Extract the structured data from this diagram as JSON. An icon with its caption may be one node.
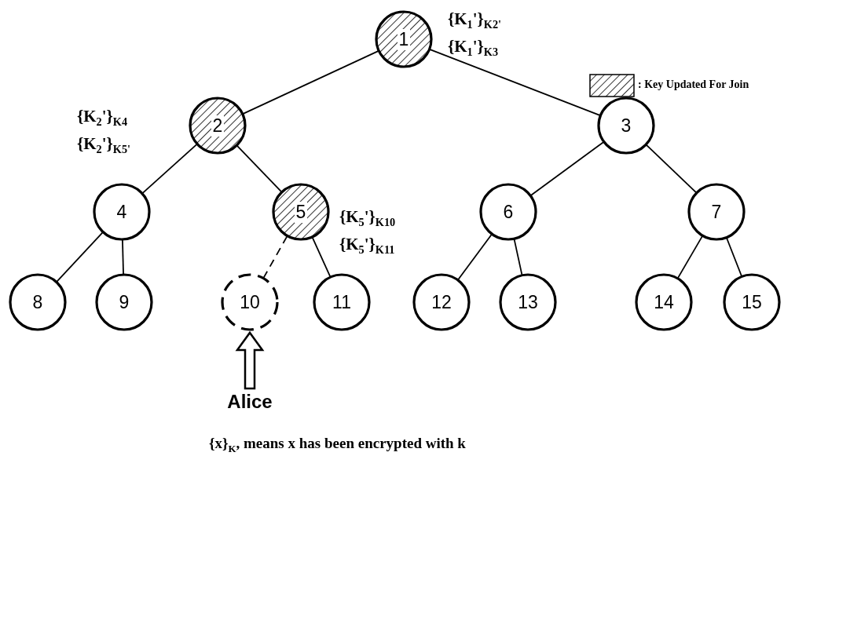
{
  "diagram": {
    "caption": "{x}$_{K}$, means x has been encrypted with k",
    "nodes": [
      {
        "text": [
          "1"
        ],
        "beside": [
          "{K$_{1}$'}$_{K2'}$",
          "{K$_{1}$'}$_{K3}$"
        ]
      },
      {
        "text": [
          "2"
        ],
        "beside": [
          "{K$_{2}$'}$_{K4}$",
          "{K$_{2}$'}$_{K5'}$"
        ]
      },
      {
        "text": [
          "3"
        ]
      },
      {
        "text": [
          "4"
        ]
      },
      {
        "text": [
          "5"
        ],
        "beside": [
          "{K$_{5}$'}$_{K10}$",
          "{K$_{5}$'}$_{K11}$"
        ]
      },
      {
        "text": [
          "6"
        ]
      },
      {
        "text": [
          "7"
        ]
      },
      {
        "text": [
          "8"
        ]
      },
      {
        "text": [
          "9"
        ]
      },
      {
        "text": [
          "10"
        ]
      },
      {
        "text": [
          "11"
        ]
      },
      {
        "text": [
          "12"
        ]
      },
      {
        "text": [
          "13"
        ]
      },
      {
        "text": [
          "14"
        ]
      },
      {
        "text": [
          "15"
        ]
      },
      {
        "text": [
          "Alice"
        ]
      }
    ],
    "edges": [
      {
        "from": 0,
        "to": 1,
        "arrow": "none"
      },
      {
        "from": 0,
        "to": 2,
        "arrow": "none"
      },
      {
        "from": 1,
        "to": 3,
        "arrow": "none"
      },
      {
        "from": 1,
        "to": 4,
        "arrow": "none"
      },
      {
        "from": 2,
        "to": 5,
        "arrow": "none"
      },
      {
        "from": 2,
        "to": 6,
        "arrow": "none"
      },
      {
        "from": 3,
        "to": 7,
        "arrow": "none"
      },
      {
        "from": 3,
        "to": 8,
        "arrow": "none"
      },
      {
        "from": 4,
        "to": 9,
        "arrow": "none",
        "style": "dashed"
      },
      {
        "from": 4,
        "to": 10,
        "arrow": "none"
      },
      {
        "from": 5,
        "to": 11,
        "arrow": "none"
      },
      {
        "from": 5,
        "to": 12,
        "arrow": "none"
      },
      {
        "from": 6,
        "to": 13,
        "arrow": "none"
      },
      {
        "from": 6,
        "to": 14,
        "arrow": "none"
      },
      {
        "from": 15,
        "to": 9,
        "arrow": "to",
        "style": "thick"
      }
    ],
    "legend": [
      {
        "text": ": Key Updated For Join"
      }
    ]
  }
}
